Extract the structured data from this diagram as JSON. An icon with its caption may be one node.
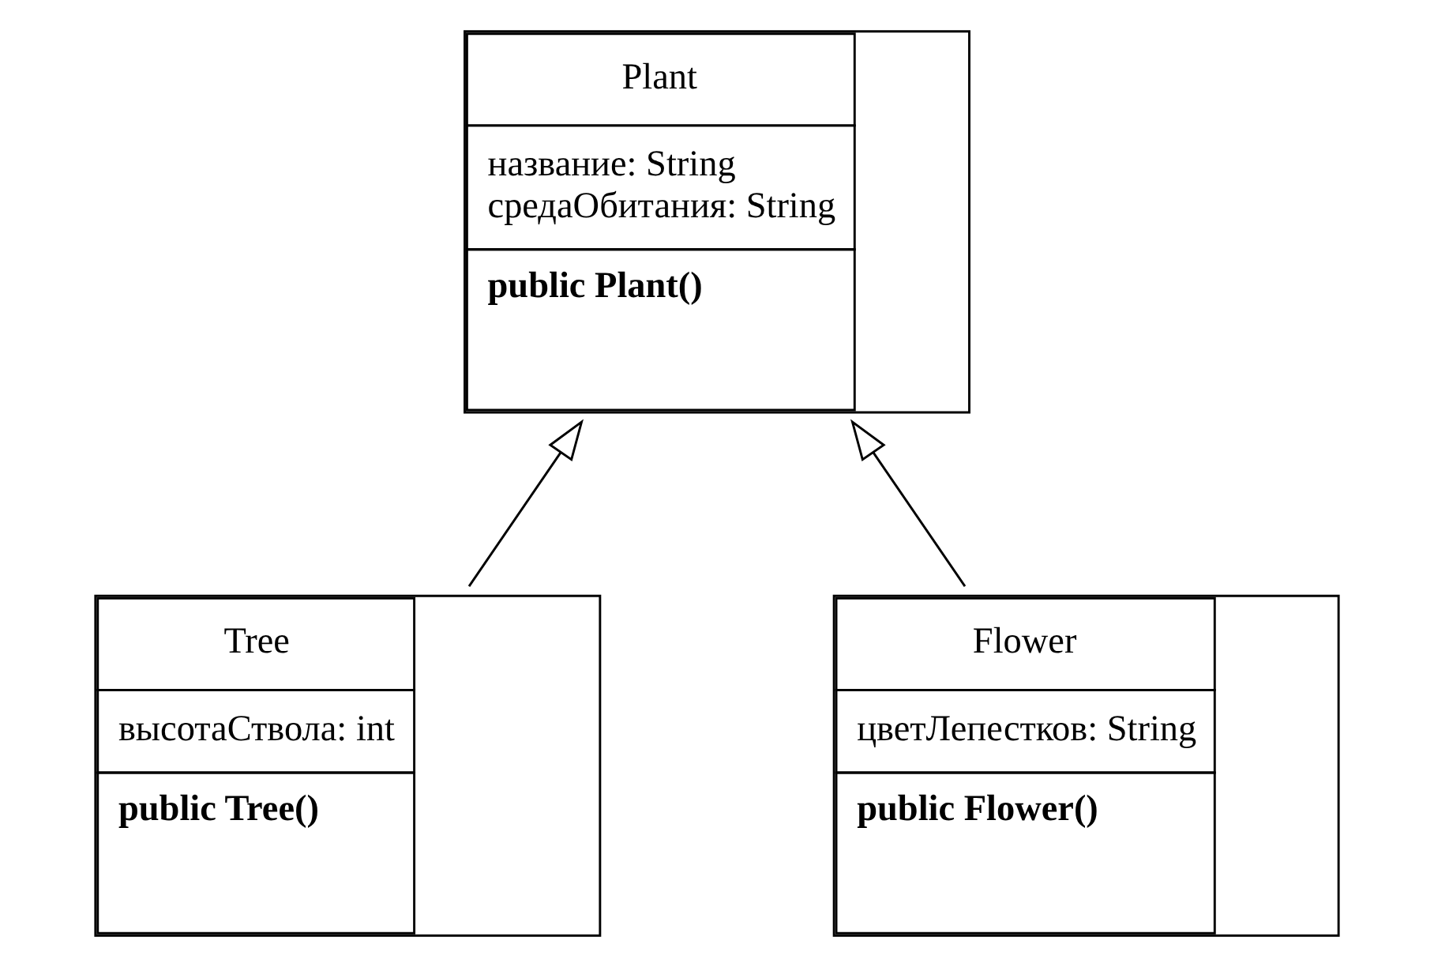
{
  "diagram": {
    "nodes": [
      {
        "text": [
          "Plant",
          "название: String",
          "средаОбитания: String",
          "public Plant()"
        ]
      },
      {
        "text": [
          "Tree",
          "высотаСтвола: int",
          "public Tree()"
        ]
      },
      {
        "text": [
          "Flower",
          "цветЛепестков: String",
          "public Flower()"
        ]
      }
    ],
    "edges": [
      {
        "from": 1,
        "to": 0,
        "arrow": "to"
      },
      {
        "from": 2,
        "to": 0,
        "arrow": "to"
      }
    ]
  }
}
